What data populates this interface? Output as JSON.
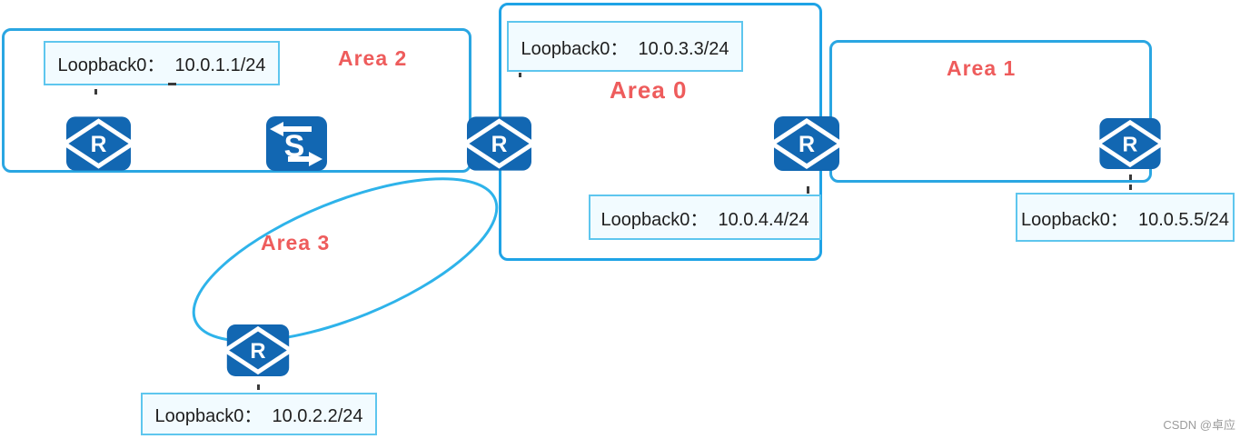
{
  "colors": {
    "area_border_blue": "#2AA6E2",
    "ellipse_border_blue": "#2EB3EA",
    "device_icon_blue": "#1267B2",
    "area_title_red": "#EE5C5C",
    "loopback_box_bg": "#F2FBFF",
    "loopback_box_border": "#5EC6EE",
    "loopback_text": "#1E1E1E",
    "watermark_gray": "#9C9C9C"
  },
  "areas": {
    "area2": {
      "label": "Area 2"
    },
    "area0": {
      "label": "Area 0"
    },
    "area1": {
      "label": "Area 1"
    },
    "area3": {
      "label": "Area 3"
    }
  },
  "loopbacks": {
    "r1": {
      "text": "Loopback0：  10.0.1.1/24"
    },
    "r2": {
      "text": "Loopback0：  10.0.2.2/24"
    },
    "r3": {
      "text": "Loopback0：  10.0.3.3/24"
    },
    "r4": {
      "text": "Loopback0：  10.0.4.4/24"
    },
    "r5": {
      "text": "Loopback0：  10.0.5.5/24"
    }
  },
  "devices": {
    "router_letter": "R",
    "switch_letter": "S"
  },
  "watermark": {
    "text": "CSDN @卓应"
  }
}
